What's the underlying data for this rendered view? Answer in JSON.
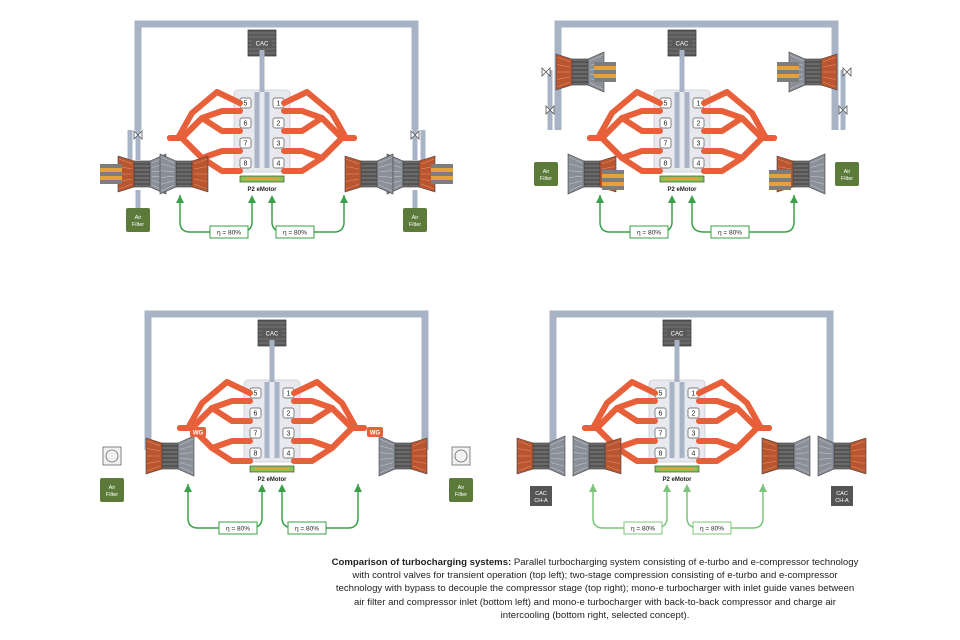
{
  "caption": {
    "heading": "Comparison of turbocharging systems:",
    "body": "Parallel turbocharging system consisting of e-turbo and e-compressor technology with control valves for transient operation (top left); two-stage compression consisting of e-turbo and e-compressor technology with bypass to decouple the compressor stage (top right); mono-e turbocharger with inlet guide vanes between air filter and compressor inlet (bottom left) and mono-e turbocharger with back-to-back compressor and charge air intercooling (bottom right, selected concept)."
  },
  "labels": {
    "cac": "CAC",
    "motor": "P2 eMotor",
    "efficiency": "η = 80%",
    "air_filter_line1": "Air",
    "air_filter_line2": "Filter",
    "wastegate": "WG",
    "cac_small_1": "CAC",
    "cac_small_2": "CH-A"
  },
  "cylinders_left": [
    "5",
    "6",
    "7",
    "8"
  ],
  "cylinders_right": [
    "1",
    "2",
    "3",
    "4"
  ],
  "colors": {
    "air_duct": "#a8b4c6",
    "exhaust": "#e8603a",
    "green_line": "#3aa04a",
    "green_line_light": "#7cc47c",
    "filter": "#5c7a3a",
    "engine_block": "#e7e9ee"
  },
  "panels": [
    {
      "id": "top-left",
      "variant": "parallel"
    },
    {
      "id": "top-right",
      "variant": "two-stage"
    },
    {
      "id": "bottom-left",
      "variant": "mono-igv"
    },
    {
      "id": "bottom-right",
      "variant": "mono-b2b"
    }
  ]
}
